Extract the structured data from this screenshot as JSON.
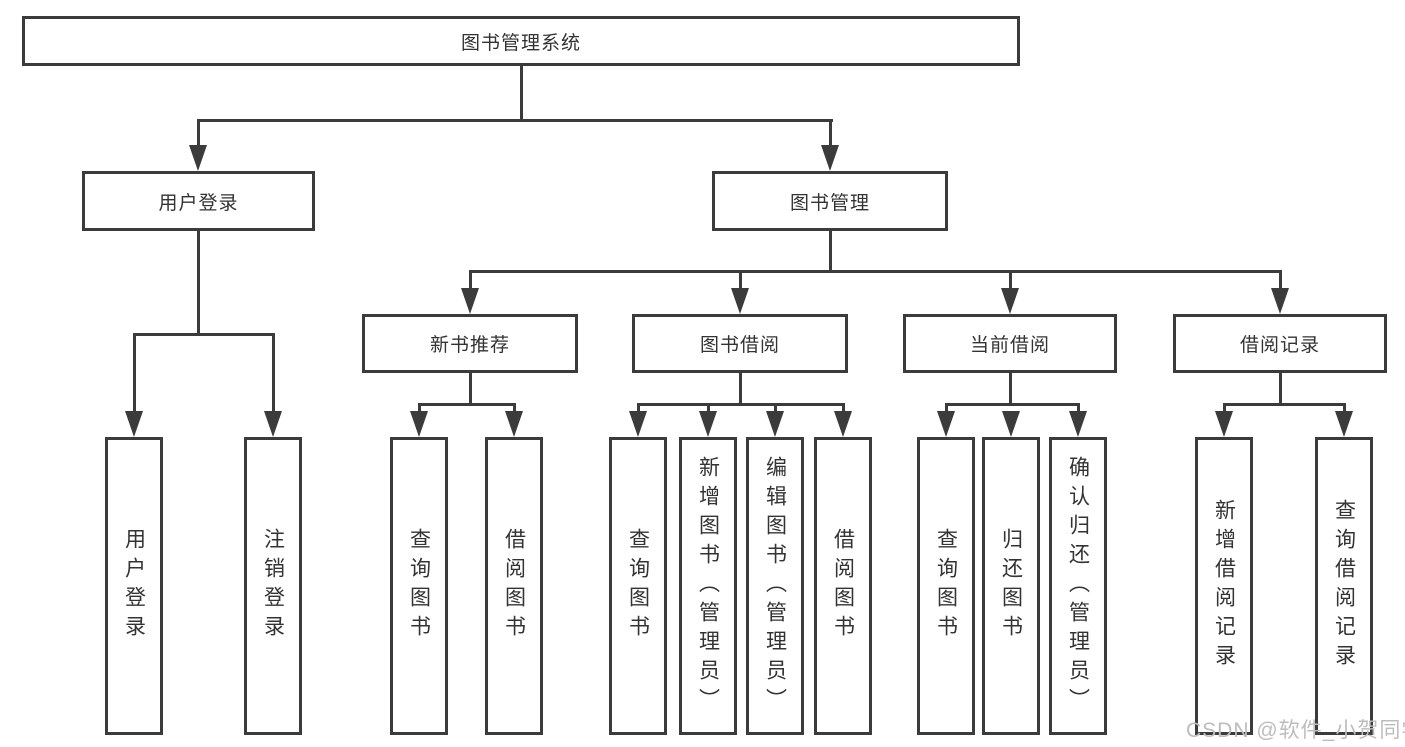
{
  "diagram": {
    "root": {
      "label": "图书管理系统"
    },
    "level2": [
      {
        "label": "用户登录"
      },
      {
        "label": "图书管理"
      }
    ],
    "level3": [
      {
        "label": "新书推荐"
      },
      {
        "label": "图书借阅"
      },
      {
        "label": "当前借阅"
      },
      {
        "label": "借阅记录"
      }
    ],
    "leaves": {
      "user_login": [
        {
          "label": "用户登录"
        },
        {
          "label": "注销登录"
        }
      ],
      "new_book": [
        {
          "label": "查询图书"
        },
        {
          "label": "借阅图书"
        }
      ],
      "book_borrow": [
        {
          "label": "查询图书"
        },
        {
          "label": "新增图书（管理员）"
        },
        {
          "label": "编辑图书（管理员）"
        },
        {
          "label": "借阅图书"
        }
      ],
      "current_borrow": [
        {
          "label": "查询图书"
        },
        {
          "label": "归还图书"
        },
        {
          "label": "确认归还（管理员）"
        }
      ],
      "borrow_records": [
        {
          "label": "新增借阅记录"
        },
        {
          "label": "查询借阅记录"
        }
      ]
    },
    "watermark": "CSDN @软件_小贺同学",
    "colors": {
      "line": "#3b3b3b",
      "text": "#333333",
      "watermark": "#bdbdbd"
    }
  }
}
